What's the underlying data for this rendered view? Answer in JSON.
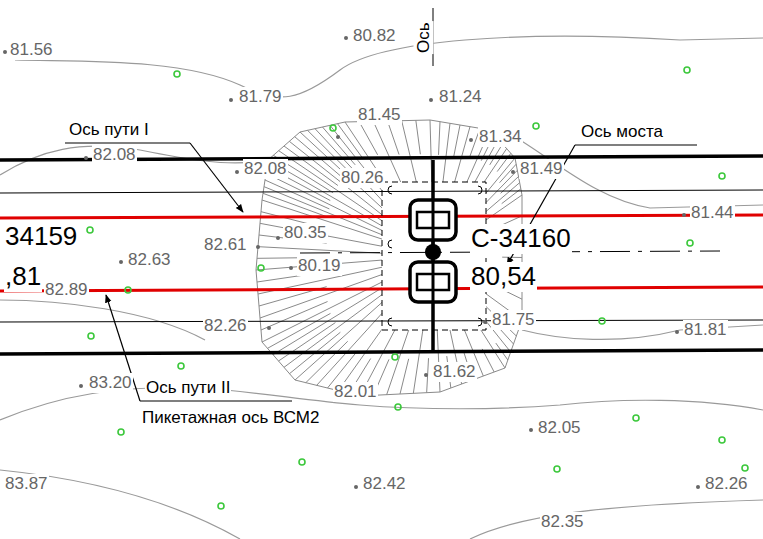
{
  "diagram": {
    "labels": [
      "81.56",
      "80.82",
      "Ось",
      "81.79",
      "81.45",
      "81.24",
      "Ось моста",
      "81.34",
      "82.08",
      "82.08",
      "81.49",
      "80.26",
      "81.44",
      "34159",
      "82.63",
      "82.61",
      "80.35",
      "С-34160",
      "80,54",
      ",81",
      "82.89",
      "80.19",
      "81.75",
      "82.26",
      "81.81",
      "83.20",
      "Ось пути II",
      "82.01",
      "81.62",
      "Пикетажная ось ВСМ2",
      "82.05",
      "82.42",
      "83.87",
      "82.26",
      "82.35",
      "Ось пути I"
    ]
  }
}
